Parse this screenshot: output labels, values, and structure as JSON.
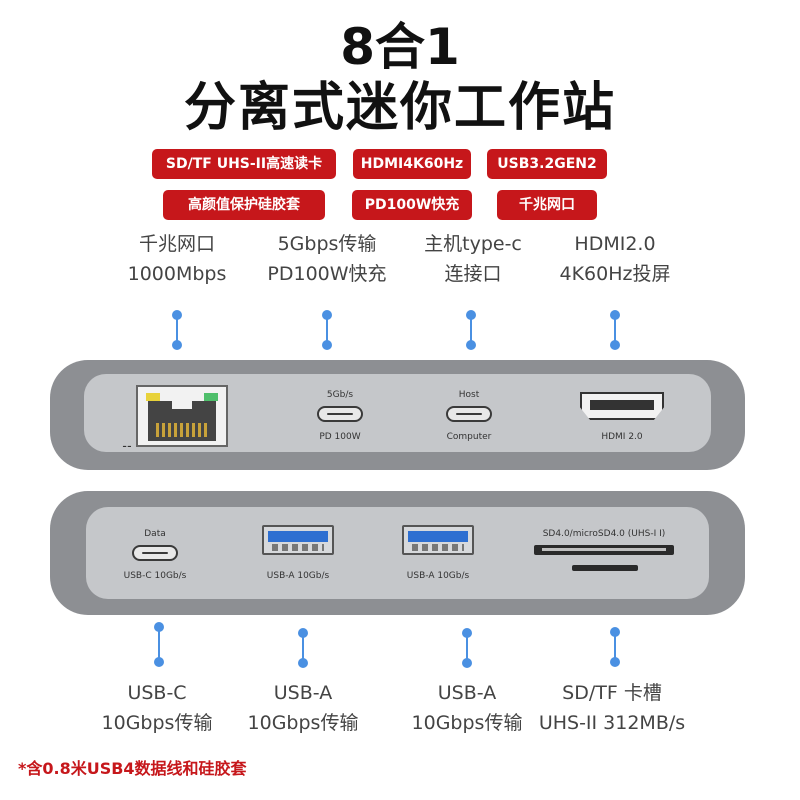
{
  "title": {
    "line1": "8合1",
    "line2": "分离式迷你工作站"
  },
  "tags": [
    "SD/TF UHS-II高速读卡",
    "HDMI4K60Hz",
    "USB3.2GEN2",
    "高颜值保护硅胶套",
    "PD100W快充",
    "千兆网口"
  ],
  "top_ports": [
    {
      "line1": "千兆网口",
      "line2": "1000Mbps"
    },
    {
      "line1": "5Gbps传输",
      "line2": "PD100W快充"
    },
    {
      "line1": "主机type-c",
      "line2": "连接口"
    },
    {
      "line1": "HDMI2.0",
      "line2": "4K60Hz投屏"
    }
  ],
  "bottom_ports": [
    {
      "line1": "USB-C",
      "line2": "10Gbps传输"
    },
    {
      "line1": "USB-A",
      "line2": "10Gbps传输"
    },
    {
      "line1": "USB-A",
      "line2": "10Gbps传输"
    },
    {
      "line1": "SD/TF 卡槽",
      "line2": "UHS-II 312MB/s"
    }
  ],
  "device_top": {
    "pd_top": "5Gb/s",
    "pd_bottom": "PD 100W",
    "host_top": "Host",
    "host_bottom": "Computer",
    "hdmi_label": "HDMI 2.0",
    "eth_glyph": "⚋"
  },
  "device_bottom": {
    "usbc_top": "Data",
    "usbc_bottom": "USB-C 10Gb/s",
    "usba1": "USB-A 10Gb/s",
    "usba2": "USB-A 10Gb/s",
    "sd_label": "SD4.0/microSD4.0 (UHS-I I)"
  },
  "footnote": "*含0.8米USB4数据线和硅胶套",
  "colors": {
    "tag_red": "#c6171b",
    "connector_blue": "#4a90e2",
    "device_gray": "#8d8f93",
    "face_gray": "#c5c7ca"
  }
}
